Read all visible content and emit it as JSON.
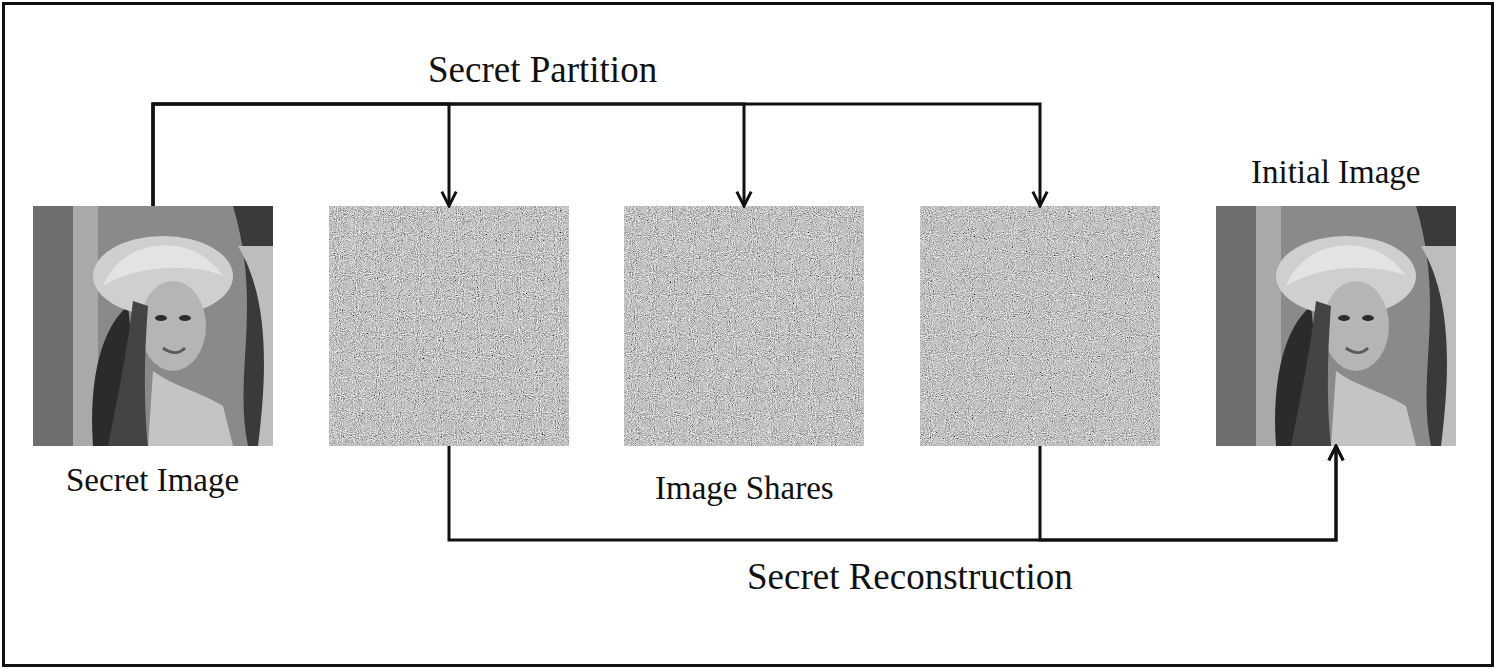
{
  "diagram": {
    "nodes": [
      {
        "text": [
          "Secret Image"
        ]
      },
      {
        "text": []
      },
      {
        "text": [
          "Image Shares"
        ]
      },
      {
        "text": []
      },
      {
        "text": [
          "Initial Image"
        ]
      }
    ],
    "edges": [
      {
        "from": 0,
        "to": 1,
        "arrow": "to"
      },
      {
        "from": 0,
        "to": 2,
        "arrow": "to",
        "label": "Secret Partition"
      },
      {
        "from": 0,
        "to": 3,
        "arrow": "to"
      },
      {
        "from": 1,
        "to": 4,
        "arrow": "to",
        "label": "Secret Reconstruction"
      },
      {
        "from": 3,
        "to": 4,
        "arrow": "to"
      }
    ]
  }
}
